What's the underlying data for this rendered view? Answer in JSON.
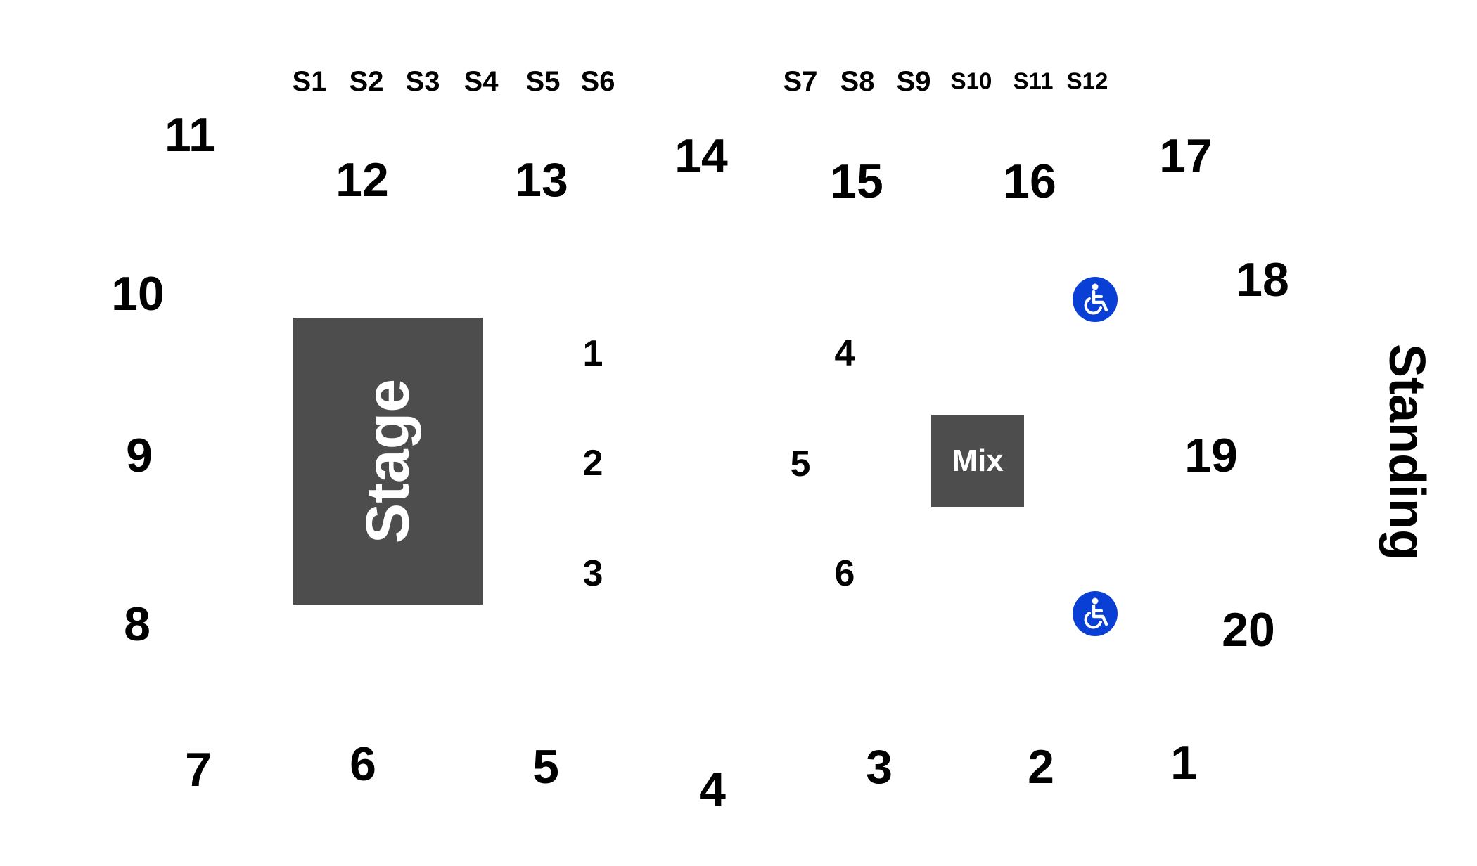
{
  "suites": [
    "S1",
    "S2",
    "S3",
    "S4",
    "S5",
    "S6",
    "S7",
    "S8",
    "S9",
    "S10",
    "S11",
    "S12"
  ],
  "sections": {
    "s1": "1",
    "s2": "2",
    "s3": "3",
    "s4": "4",
    "s5": "5",
    "s6": "6",
    "s7": "7",
    "s8": "8",
    "s9": "9",
    "s10": "10",
    "s11": "11",
    "s12": "12",
    "s13": "13",
    "s14": "14",
    "s15": "15",
    "s16": "16",
    "s17": "17",
    "s18": "18",
    "s19": "19",
    "s20": "20"
  },
  "floor": {
    "f1": "1",
    "f2": "2",
    "f3": "3",
    "f4": "4",
    "f5": "5",
    "f6": "6"
  },
  "stage": {
    "label": "Stage"
  },
  "mix": {
    "label": "Mix"
  },
  "standing": {
    "label": "Standing"
  },
  "colors": {
    "block": "#4d4d4d",
    "accessible": "#0a3fd6",
    "text": "#000000"
  },
  "icons": {
    "accessible": "wheelchair-icon"
  }
}
